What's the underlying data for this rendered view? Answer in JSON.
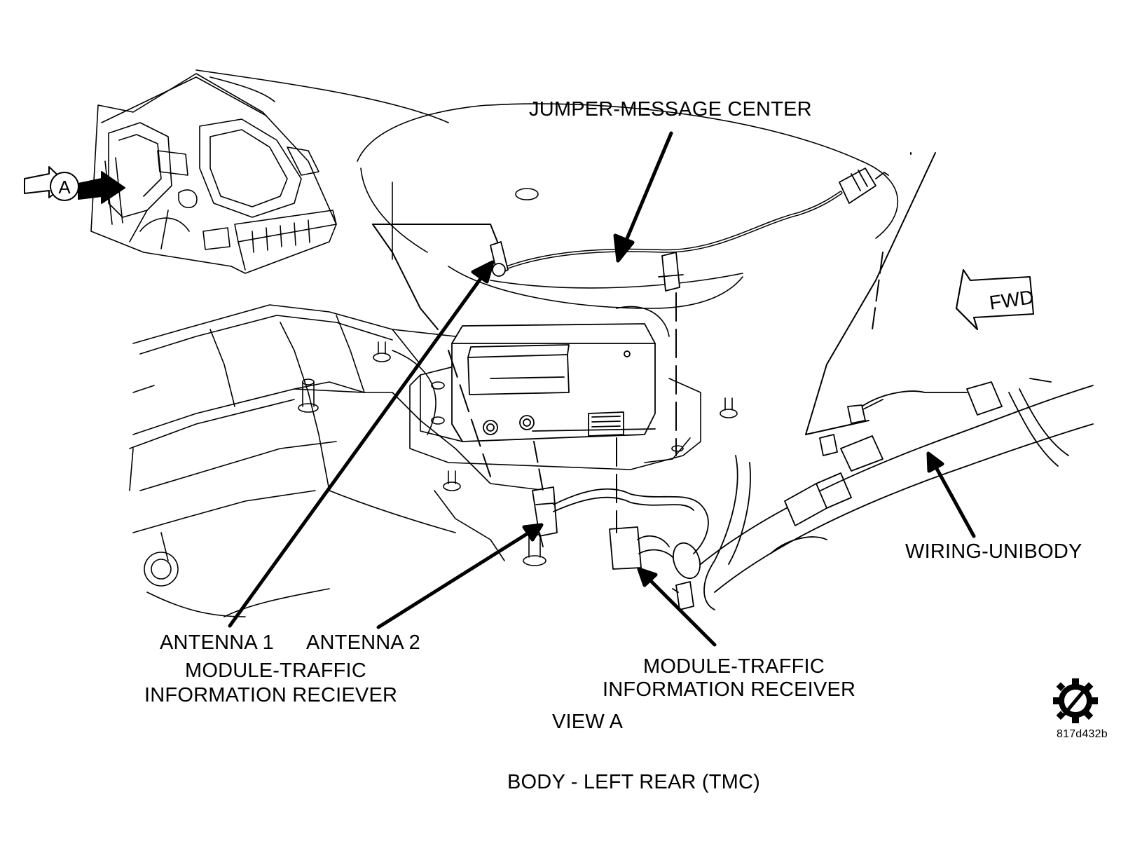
{
  "labels": {
    "jumper": "JUMPER-MESSAGE CENTER",
    "wiring": "WIRING-UNIBODY",
    "antenna1": "ANTENNA 1",
    "antenna2": "ANTENNA 2",
    "module_left_line1": "MODULE-TRAFFIC",
    "module_left_line2": "INFORMATION RECIEVER",
    "module_right_line1": "MODULE-TRAFFIC",
    "module_right_line2": "INFORMATION RECEIVER",
    "view": "VIEW A",
    "caption": "BODY - LEFT REAR (TMC)",
    "figure_id": "817d432b",
    "fwd": "FWD",
    "view_marker": "A"
  },
  "icons": [
    "view-arrow-icon",
    "fwd-arrow-icon",
    "gear-service-icon"
  ],
  "colors": {
    "ink": "#000000",
    "paper": "#ffffff"
  }
}
